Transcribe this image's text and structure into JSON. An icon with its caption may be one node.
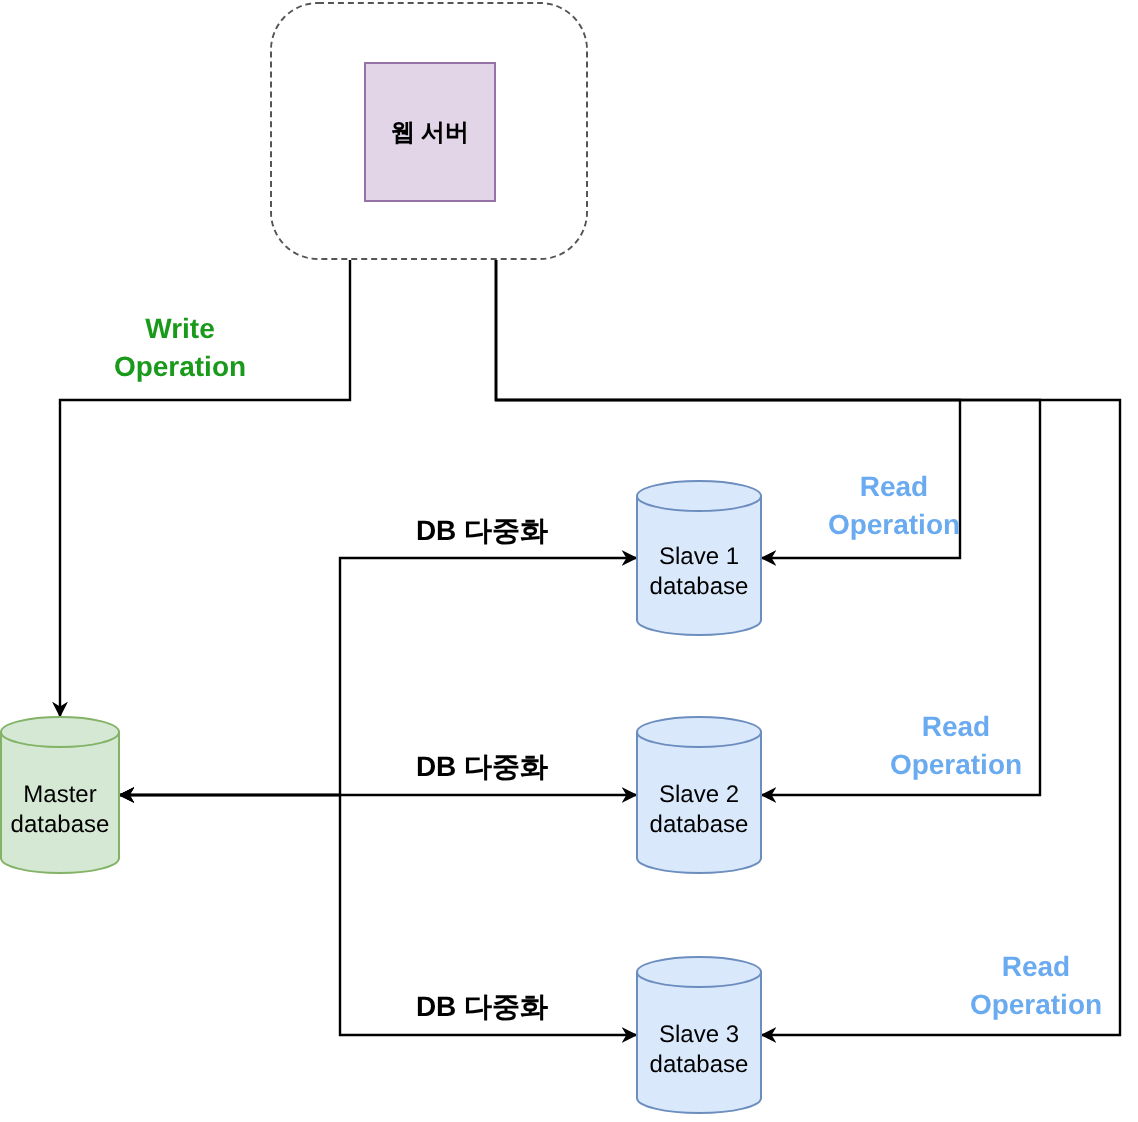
{
  "diagram": {
    "nodes": [
      {
        "text": [],
        "shape": "box"
      },
      {
        "text": [
          "웹 서버"
        ],
        "in": 0
      },
      {
        "text": [
          "Master database"
        ]
      },
      {
        "text": [
          "Slave 1 database"
        ]
      },
      {
        "text": [
          "Slave 2 database"
        ]
      },
      {
        "text": [
          "Slave 3 database"
        ]
      }
    ],
    "edges": [
      {
        "from": 0,
        "to": 2,
        "arrow": "to",
        "label": "Write Operation"
      },
      {
        "from": 0,
        "to": 3,
        "arrow": "to",
        "label": "Read Operation"
      },
      {
        "from": 0,
        "to": 4,
        "arrow": "to",
        "label": "Read Operation"
      },
      {
        "from": 0,
        "to": 5,
        "arrow": "to",
        "label": "Read Operation"
      },
      {
        "from": 2,
        "to": 3,
        "arrow": "both",
        "label": "DB 다중화"
      },
      {
        "from": 2,
        "to": 4,
        "arrow": "both",
        "label": "DB 다중화"
      },
      {
        "from": 2,
        "to": 5,
        "arrow": "both",
        "label": "DB 다중화"
      }
    ]
  }
}
